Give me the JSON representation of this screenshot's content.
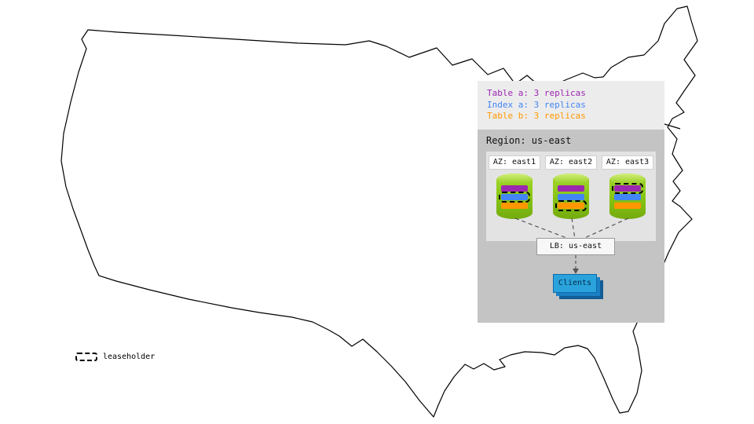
{
  "legend": {
    "items": [
      {
        "label": "Table a: 3 replicas",
        "color": "#9c27b0"
      },
      {
        "label": "Index a: 3 replicas",
        "color": "#4285f4"
      },
      {
        "label": "Table b: 3 replicas",
        "color": "#ff9800"
      }
    ]
  },
  "region": {
    "title": "Region: us-east",
    "azs": [
      {
        "label": "AZ: east1",
        "leaseholder_of": "Index a"
      },
      {
        "label": "AZ: east2",
        "leaseholder_of": "Table b"
      },
      {
        "label": "AZ: east3",
        "leaseholder_of": "Table a"
      }
    ],
    "load_balancer": {
      "label": "LB: us-east"
    },
    "clients": {
      "label": "Clients"
    }
  },
  "map_key": {
    "label": "leaseholder"
  },
  "colors": {
    "table_a": "#9c27b0",
    "index_a": "#4285f4",
    "table_b": "#ff9800",
    "cylinder_green": "#86c414",
    "clients_blue": "#2aa3dd",
    "region_bg": "#c4c4c4",
    "legend_bg": "#ececec",
    "az_strip_bg": "#e3e3e3"
  }
}
